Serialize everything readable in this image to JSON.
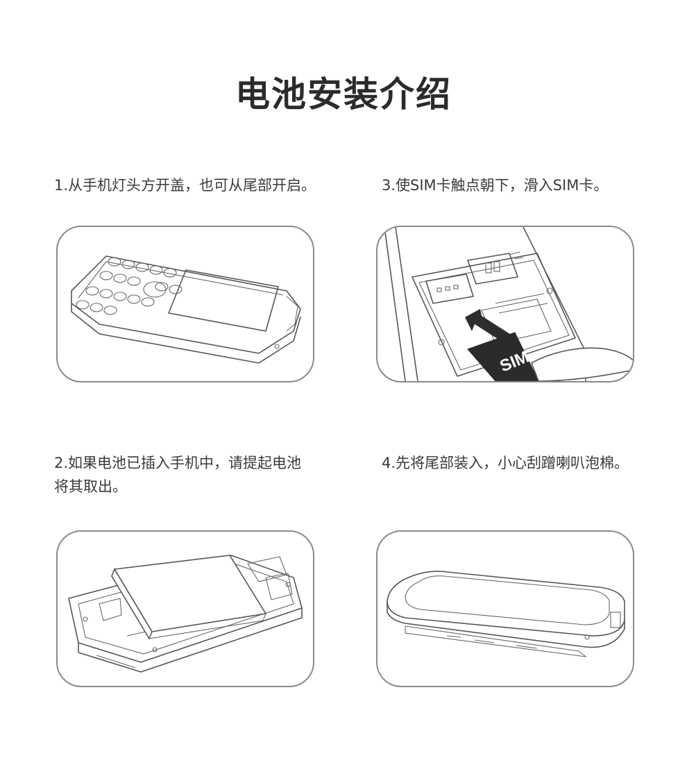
{
  "page": {
    "title": "电池安装介绍"
  },
  "steps": [
    {
      "text": "1.从手机灯头方开盖，也可从尾部开启。",
      "illustration": "phone-open-cover"
    },
    {
      "text": "3.使SIM卡触点朝下，滑入SIM卡。",
      "illustration": "insert-sim-card",
      "sim_label": "SIM"
    },
    {
      "text_line1": "2.如果电池已插入手机中，请提起电池",
      "text_line2": "将其取出。",
      "illustration": "remove-battery"
    },
    {
      "text": "4.先将尾部装入，小心刮蹭喇叭泡棉。",
      "illustration": "attach-back-cover"
    }
  ],
  "colors": {
    "title": "#2b2b2b",
    "text": "#3a3a3a",
    "panel_border": "#8a8a8a",
    "line_art": "#555555"
  }
}
